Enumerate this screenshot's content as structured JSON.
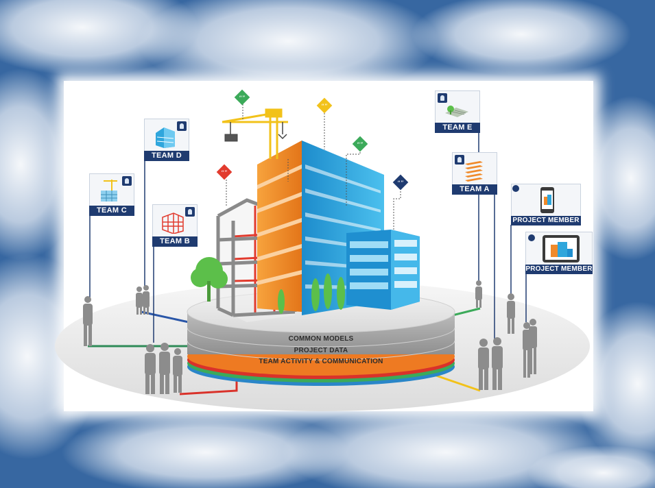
{
  "layers": {
    "common_models": "COMMON MODELS",
    "project_data": "PROJECT DATA",
    "team_activity": "TEAM ACTIVITY & COMMUNICATION"
  },
  "teams": {
    "team_d": "TEAM D",
    "team_c": "TEAM C",
    "team_b": "TEAM B",
    "team_e": "TEAM E",
    "team_a": "TEAM A"
  },
  "members": {
    "member_phone": "PROJECT MEMBER",
    "member_tablet": "PROJECT MEMBER"
  },
  "colors": {
    "sky": "#3d6da8",
    "label_navy": "#1f3b70",
    "building_blue": "#2fa6dc",
    "building_orange": "#f08a2a",
    "crane_yellow": "#f2c21a",
    "frame_gray": "#8a8a8a",
    "frame_red": "#e23b2e",
    "tree_green": "#5cbf4a",
    "ring_orange": "#ee7a22",
    "ring_red": "#d9322a",
    "ring_green": "#3caa5a",
    "ring_blue": "#2a86c8"
  },
  "icons": {
    "speech_bubble": "quote-bubble-icon",
    "badge": "user-badge-icon",
    "crane": "crane-icon",
    "person": "person-silhouette-icon"
  }
}
